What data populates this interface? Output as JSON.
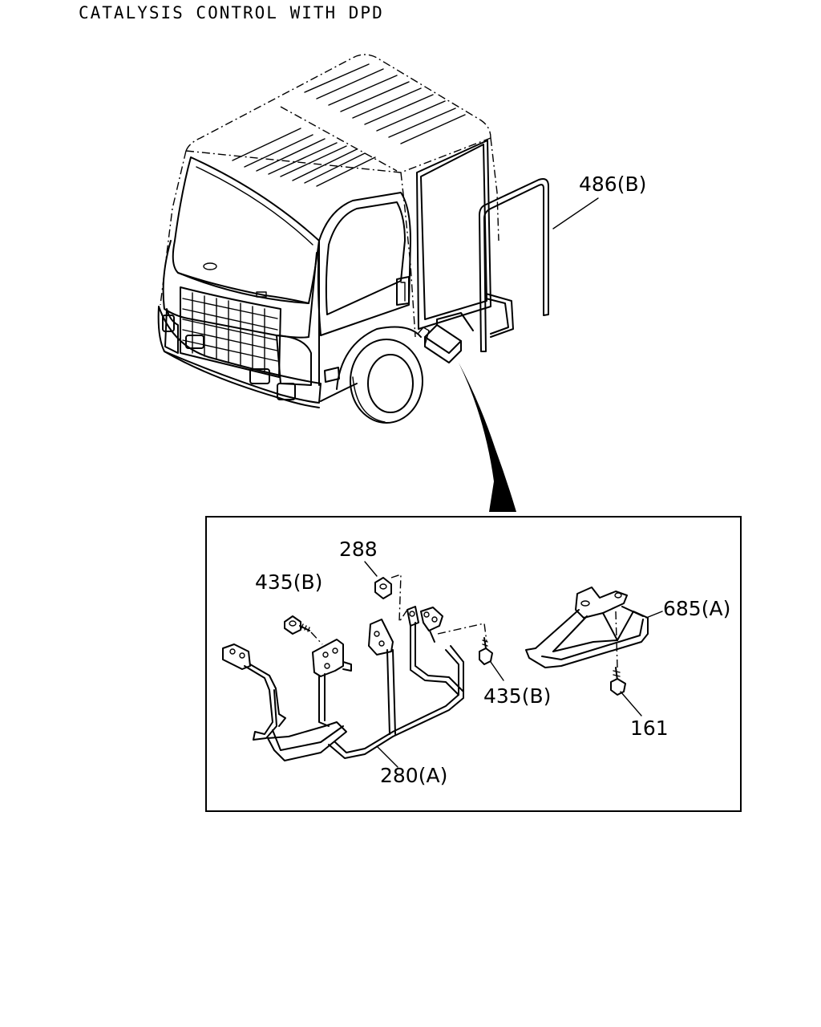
{
  "title": "CATALYSIS CONTROL WITH DPD",
  "callouts": {
    "p486b": "486(B)",
    "p288": "288",
    "p435b_left": "435(B)",
    "p435b_right": "435(B)",
    "p685a": "685(A)",
    "p161": "161",
    "p280a": "280(A)"
  }
}
